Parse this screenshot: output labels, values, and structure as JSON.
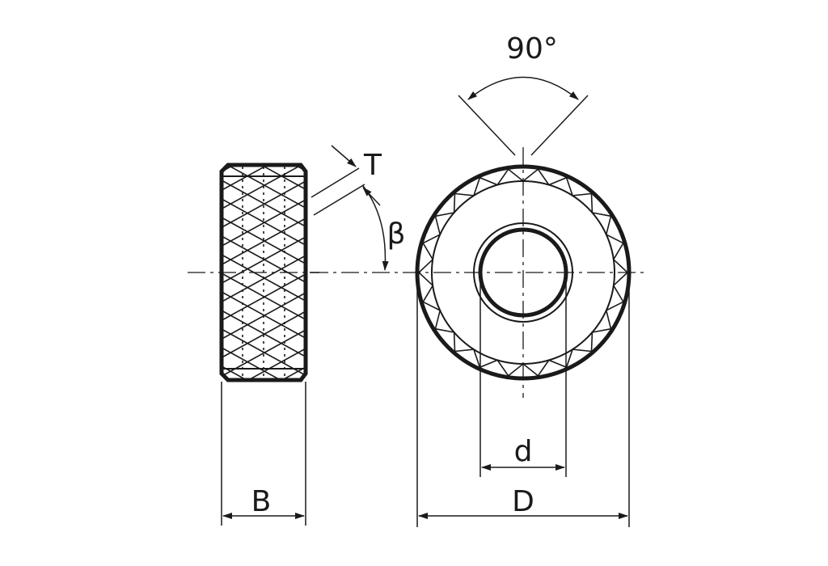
{
  "labels": {
    "angle_90": "90°",
    "pitch": "T",
    "helix_angle": "β",
    "width": "B",
    "bore": "d",
    "outer_diameter": "D"
  },
  "colors": {
    "ink": "#1a1a1a",
    "background": "#ffffff"
  }
}
